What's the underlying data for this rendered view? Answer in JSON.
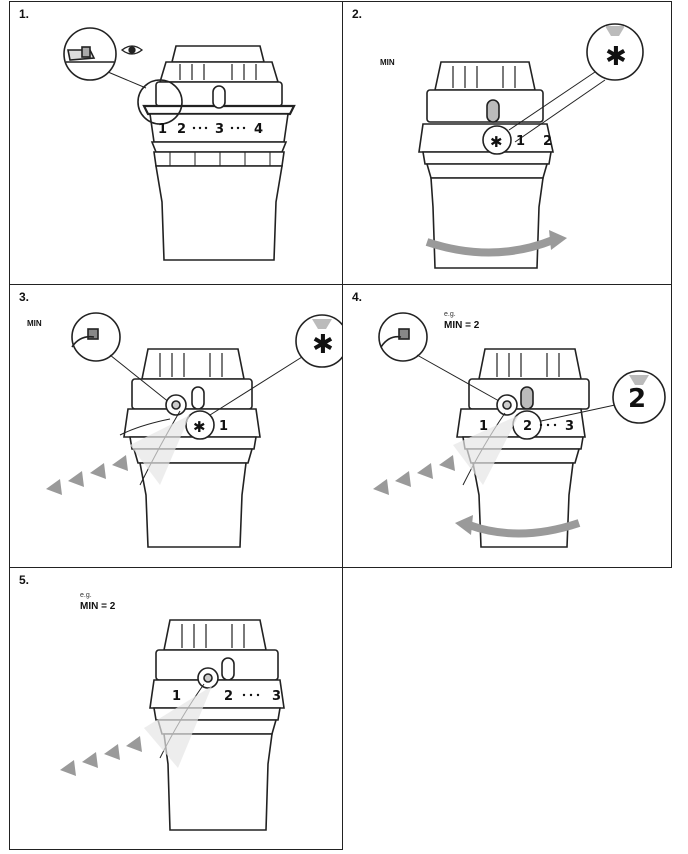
{
  "steps": [
    {
      "number": "1.",
      "dial_labels": [
        "1",
        "2",
        "3",
        "4"
      ]
    },
    {
      "number": "2.",
      "label": "MIN",
      "dial_labels": [
        "1",
        "2"
      ],
      "snowflake": "✱"
    },
    {
      "number": "3.",
      "label": "MIN",
      "dial_labels": [
        "1"
      ],
      "snowflake": "✱"
    },
    {
      "number": "4.",
      "eg": "e.g.",
      "min_setting": "MIN = 2",
      "dial_labels": [
        "1",
        "2",
        "3"
      ],
      "callout_value": "2"
    },
    {
      "number": "5.",
      "eg": "e.g.",
      "min_setting": "MIN = 2",
      "dial_labels": [
        "1",
        "2",
        "3"
      ]
    }
  ],
  "icons": [
    "eye-icon",
    "hand-icon",
    "snowflake-icon",
    "rotation-arrow-icon",
    "pointer-arrows-icon"
  ],
  "colors": {
    "line": "#222222",
    "arrow_gray": "#9a9a9a",
    "light_gray": "#cccccc",
    "marker": "#bbbbbb"
  }
}
